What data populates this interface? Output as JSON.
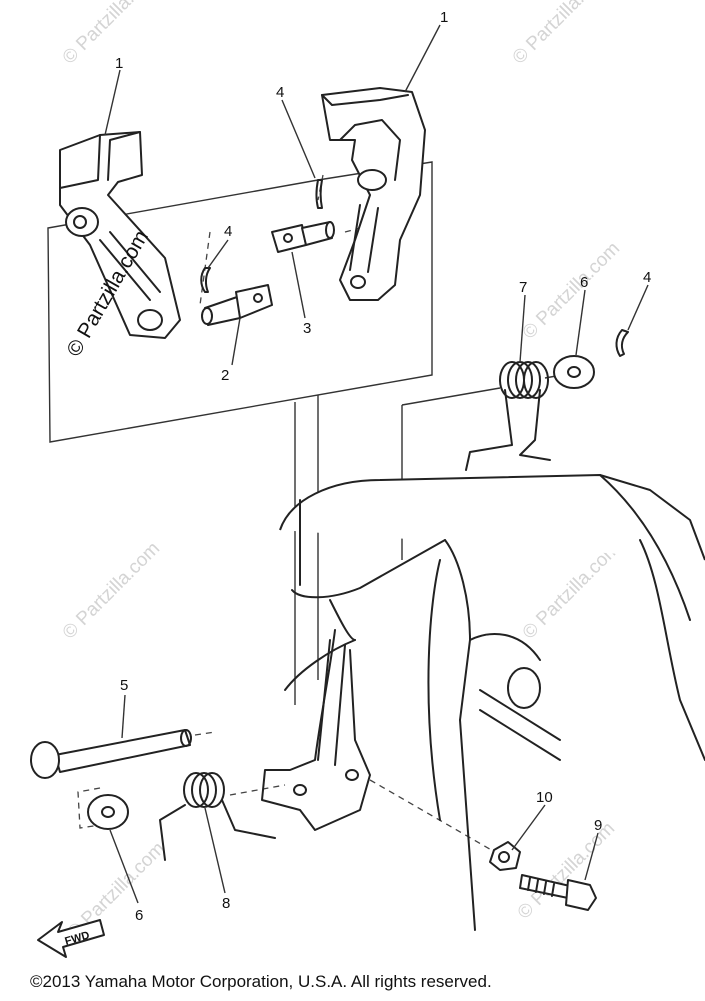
{
  "watermark": {
    "main": "© Partzilla.com",
    "tile": "© Partzilla.com"
  },
  "callouts": {
    "c1a": "1",
    "c1b": "1",
    "c2": "2",
    "c3": "3",
    "c4a": "4",
    "c4b": "4",
    "c4c": "4",
    "c5": "5",
    "c6a": "6",
    "c6b": "6",
    "c7": "7",
    "c8": "8",
    "c9": "9",
    "c10": "10"
  },
  "fwd_label": "FWD",
  "copyright": "©2013  Yamaha Motor Corporation, U.S.A. All rights reserved."
}
